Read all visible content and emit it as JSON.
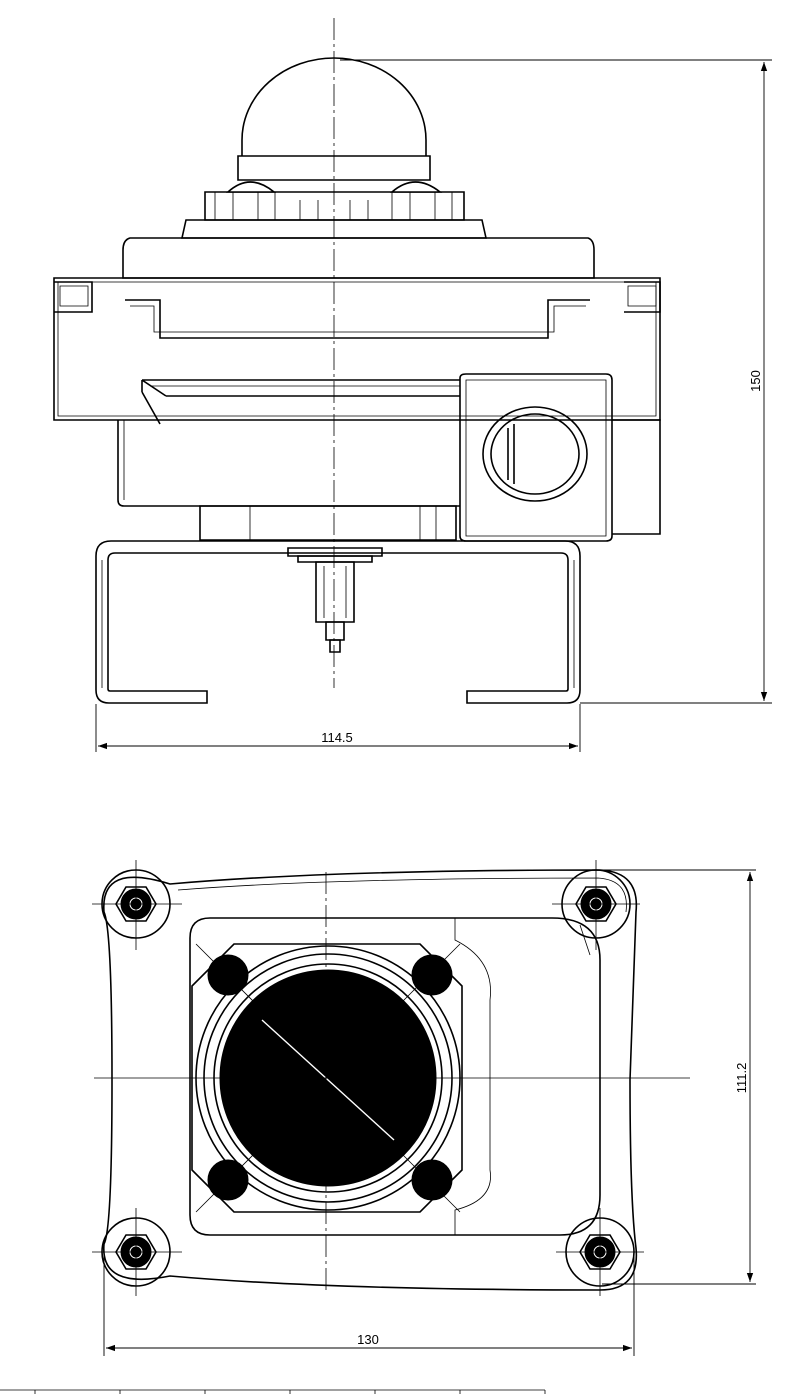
{
  "front_view": {
    "height_dimension": "150",
    "bracket_width_dimension": "114.5"
  },
  "bottom_view": {
    "height_dimension": "111.2",
    "width_dimension": "130"
  },
  "icons": [
    "arrowhead",
    "hex-bolt",
    "dome-indicator"
  ]
}
